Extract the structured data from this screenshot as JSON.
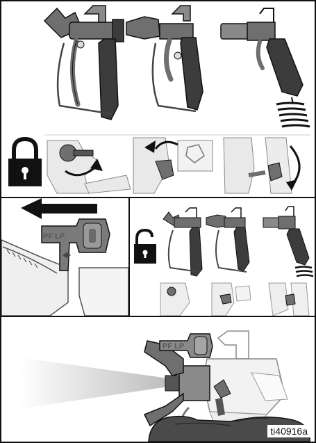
{
  "figure": {
    "reference_id": "ti40916a",
    "tip_marking": "PF LP",
    "colors": {
      "outline": "#111111",
      "gun_dark": "#3c3c3c",
      "gun_mid": "#6f6f6f",
      "light_part": "#e9e9e9",
      "mid_part": "#bdbdbd",
      "spray_fan": "#d6d6d6"
    },
    "panels": [
      {
        "step": "lock-trigger-guard",
        "icons": [
          "locked-padlock-icon",
          "rotate-arrow-icon"
        ]
      },
      {
        "step": "reverse-tip",
        "icons": [
          "left-arrow-icon"
        ]
      },
      {
        "step": "unlock-trigger-guard",
        "icons": [
          "unlocked-padlock-icon"
        ]
      },
      {
        "step": "spray-test",
        "icons": [
          "spray-fan-icon",
          "hand-icon"
        ]
      }
    ]
  }
}
